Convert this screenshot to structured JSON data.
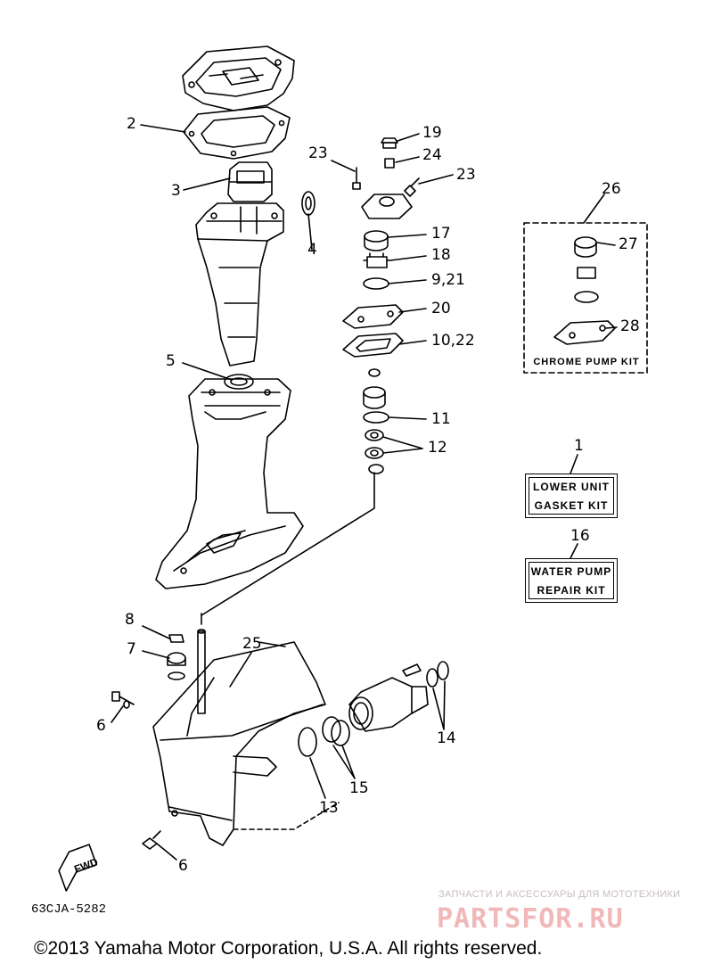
{
  "callouts": [
    {
      "id": "c2",
      "text": "2"
    },
    {
      "id": "c3",
      "text": "3"
    },
    {
      "id": "c4",
      "text": "4"
    },
    {
      "id": "c5",
      "text": "5"
    },
    {
      "id": "c19",
      "text": "19"
    },
    {
      "id": "c24",
      "text": "24"
    },
    {
      "id": "c23a",
      "text": "23"
    },
    {
      "id": "c23b",
      "text": "23"
    },
    {
      "id": "c17",
      "text": "17"
    },
    {
      "id": "c18",
      "text": "18"
    },
    {
      "id": "c921",
      "text": "9,21"
    },
    {
      "id": "c20",
      "text": "20"
    },
    {
      "id": "c1022",
      "text": "10,22"
    },
    {
      "id": "c11",
      "text": "11"
    },
    {
      "id": "c12",
      "text": "12"
    },
    {
      "id": "c26",
      "text": "26"
    },
    {
      "id": "c27",
      "text": "27"
    },
    {
      "id": "c28",
      "text": "28"
    },
    {
      "id": "c1",
      "text": "1"
    },
    {
      "id": "c16",
      "text": "16"
    },
    {
      "id": "c8",
      "text": "8"
    },
    {
      "id": "c7",
      "text": "7"
    },
    {
      "id": "c25",
      "text": "25"
    },
    {
      "id": "c6a",
      "text": "6"
    },
    {
      "id": "c14",
      "text": "14"
    },
    {
      "id": "c15",
      "text": "15"
    },
    {
      "id": "c13",
      "text": "13"
    },
    {
      "id": "c6b",
      "text": "6"
    }
  ],
  "kits": {
    "chrome_pump": "CHROME PUMP KIT",
    "lower_unit_line1": "LOWER UNIT",
    "lower_unit_line2": "GASKET KIT",
    "water_pump_line1": "WATER PUMP",
    "water_pump_line2": "REPAIR KIT"
  },
  "fwd_label": "FWD",
  "ref_code": "63CJA-5282",
  "watermark": {
    "tagline": "ЗАПЧАСТИ И АКСЕССУАРЫ ДЛЯ МОТОТЕХНИКИ",
    "logo": "PARTSFOR.RU"
  },
  "copyright": "©2013 Yamaha Motor Corporation, U.S.A. All rights reserved."
}
